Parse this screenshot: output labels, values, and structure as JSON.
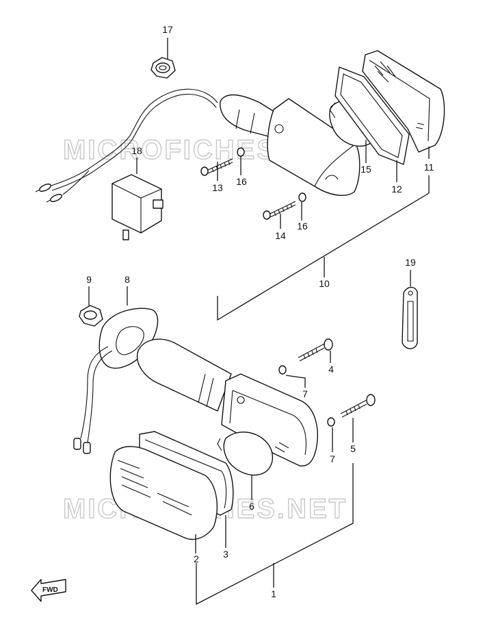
{
  "watermark": "MICROFICHES.NET",
  "fwd_label": "FWD",
  "callouts": [
    {
      "id": "1",
      "text": "1"
    },
    {
      "id": "2",
      "text": "2"
    },
    {
      "id": "3",
      "text": "3"
    },
    {
      "id": "4",
      "text": "4"
    },
    {
      "id": "5",
      "text": "5"
    },
    {
      "id": "6",
      "text": "6"
    },
    {
      "id": "7a",
      "text": "7"
    },
    {
      "id": "7b",
      "text": "7"
    },
    {
      "id": "8",
      "text": "8"
    },
    {
      "id": "9",
      "text": "9"
    },
    {
      "id": "10",
      "text": "10"
    },
    {
      "id": "11",
      "text": "11"
    },
    {
      "id": "12",
      "text": "12"
    },
    {
      "id": "13",
      "text": "13"
    },
    {
      "id": "14",
      "text": "14"
    },
    {
      "id": "15",
      "text": "15"
    },
    {
      "id": "16a",
      "text": "16"
    },
    {
      "id": "16b",
      "text": "16"
    },
    {
      "id": "17",
      "text": "17"
    },
    {
      "id": "18",
      "text": "18"
    },
    {
      "id": "19",
      "text": "19"
    }
  ]
}
